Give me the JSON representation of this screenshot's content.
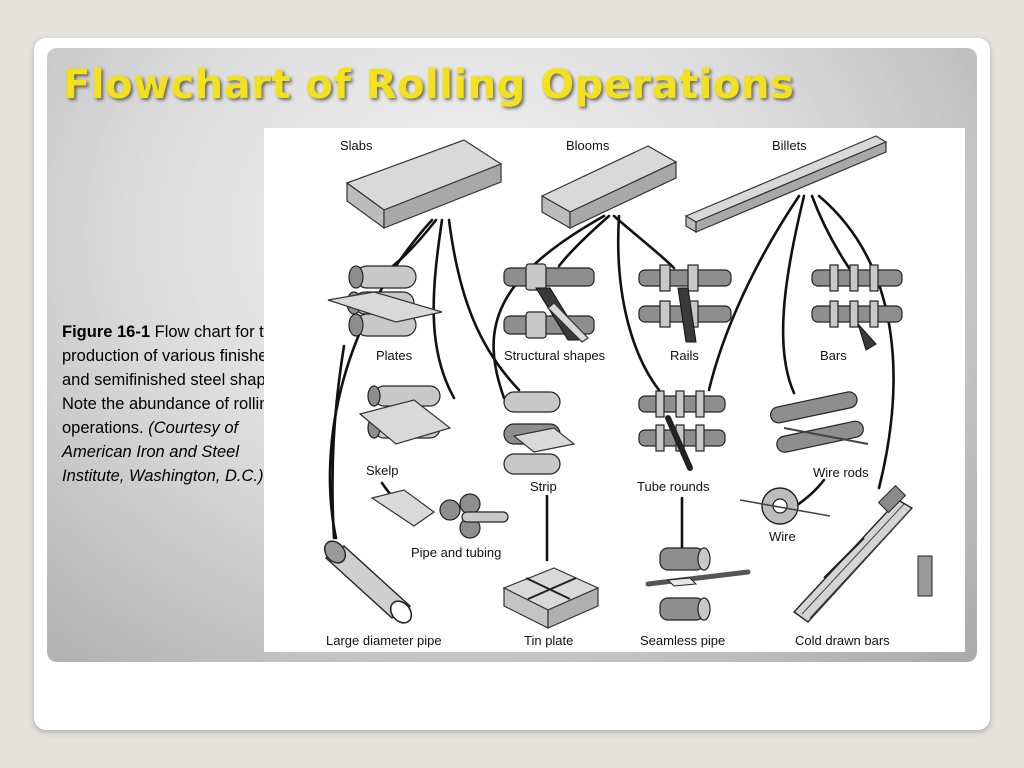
{
  "slide": {
    "title": "Flowchart of Rolling Operations",
    "caption": {
      "figure_no": "Figure 16-1",
      "text": " Flow chart for the production of various finished and semifinished steel shapes. Note the abundance of rolling operations. ",
      "credit": "(Courtesy of American Iron and Steel Institute, Washington, D.C.)"
    }
  },
  "figure": {
    "labels": {
      "slabs": "Slabs",
      "blooms": "Blooms",
      "billets": "Billets",
      "plates": "Plates",
      "structural_shapes": "Structural shapes",
      "rails": "Rails",
      "bars": "Bars",
      "skelp": "Skelp",
      "strip": "Strip",
      "tube_rounds": "Tube rounds",
      "wire_rods": "Wire rods",
      "wire": "Wire",
      "pipe_and_tubing": "Pipe and tubing",
      "large_diameter_pipe": "Large diameter pipe",
      "tin_plate": "Tin plate",
      "seamless_pipe": "Seamless pipe",
      "cold_drawn_bars": "Cold drawn bars"
    }
  }
}
